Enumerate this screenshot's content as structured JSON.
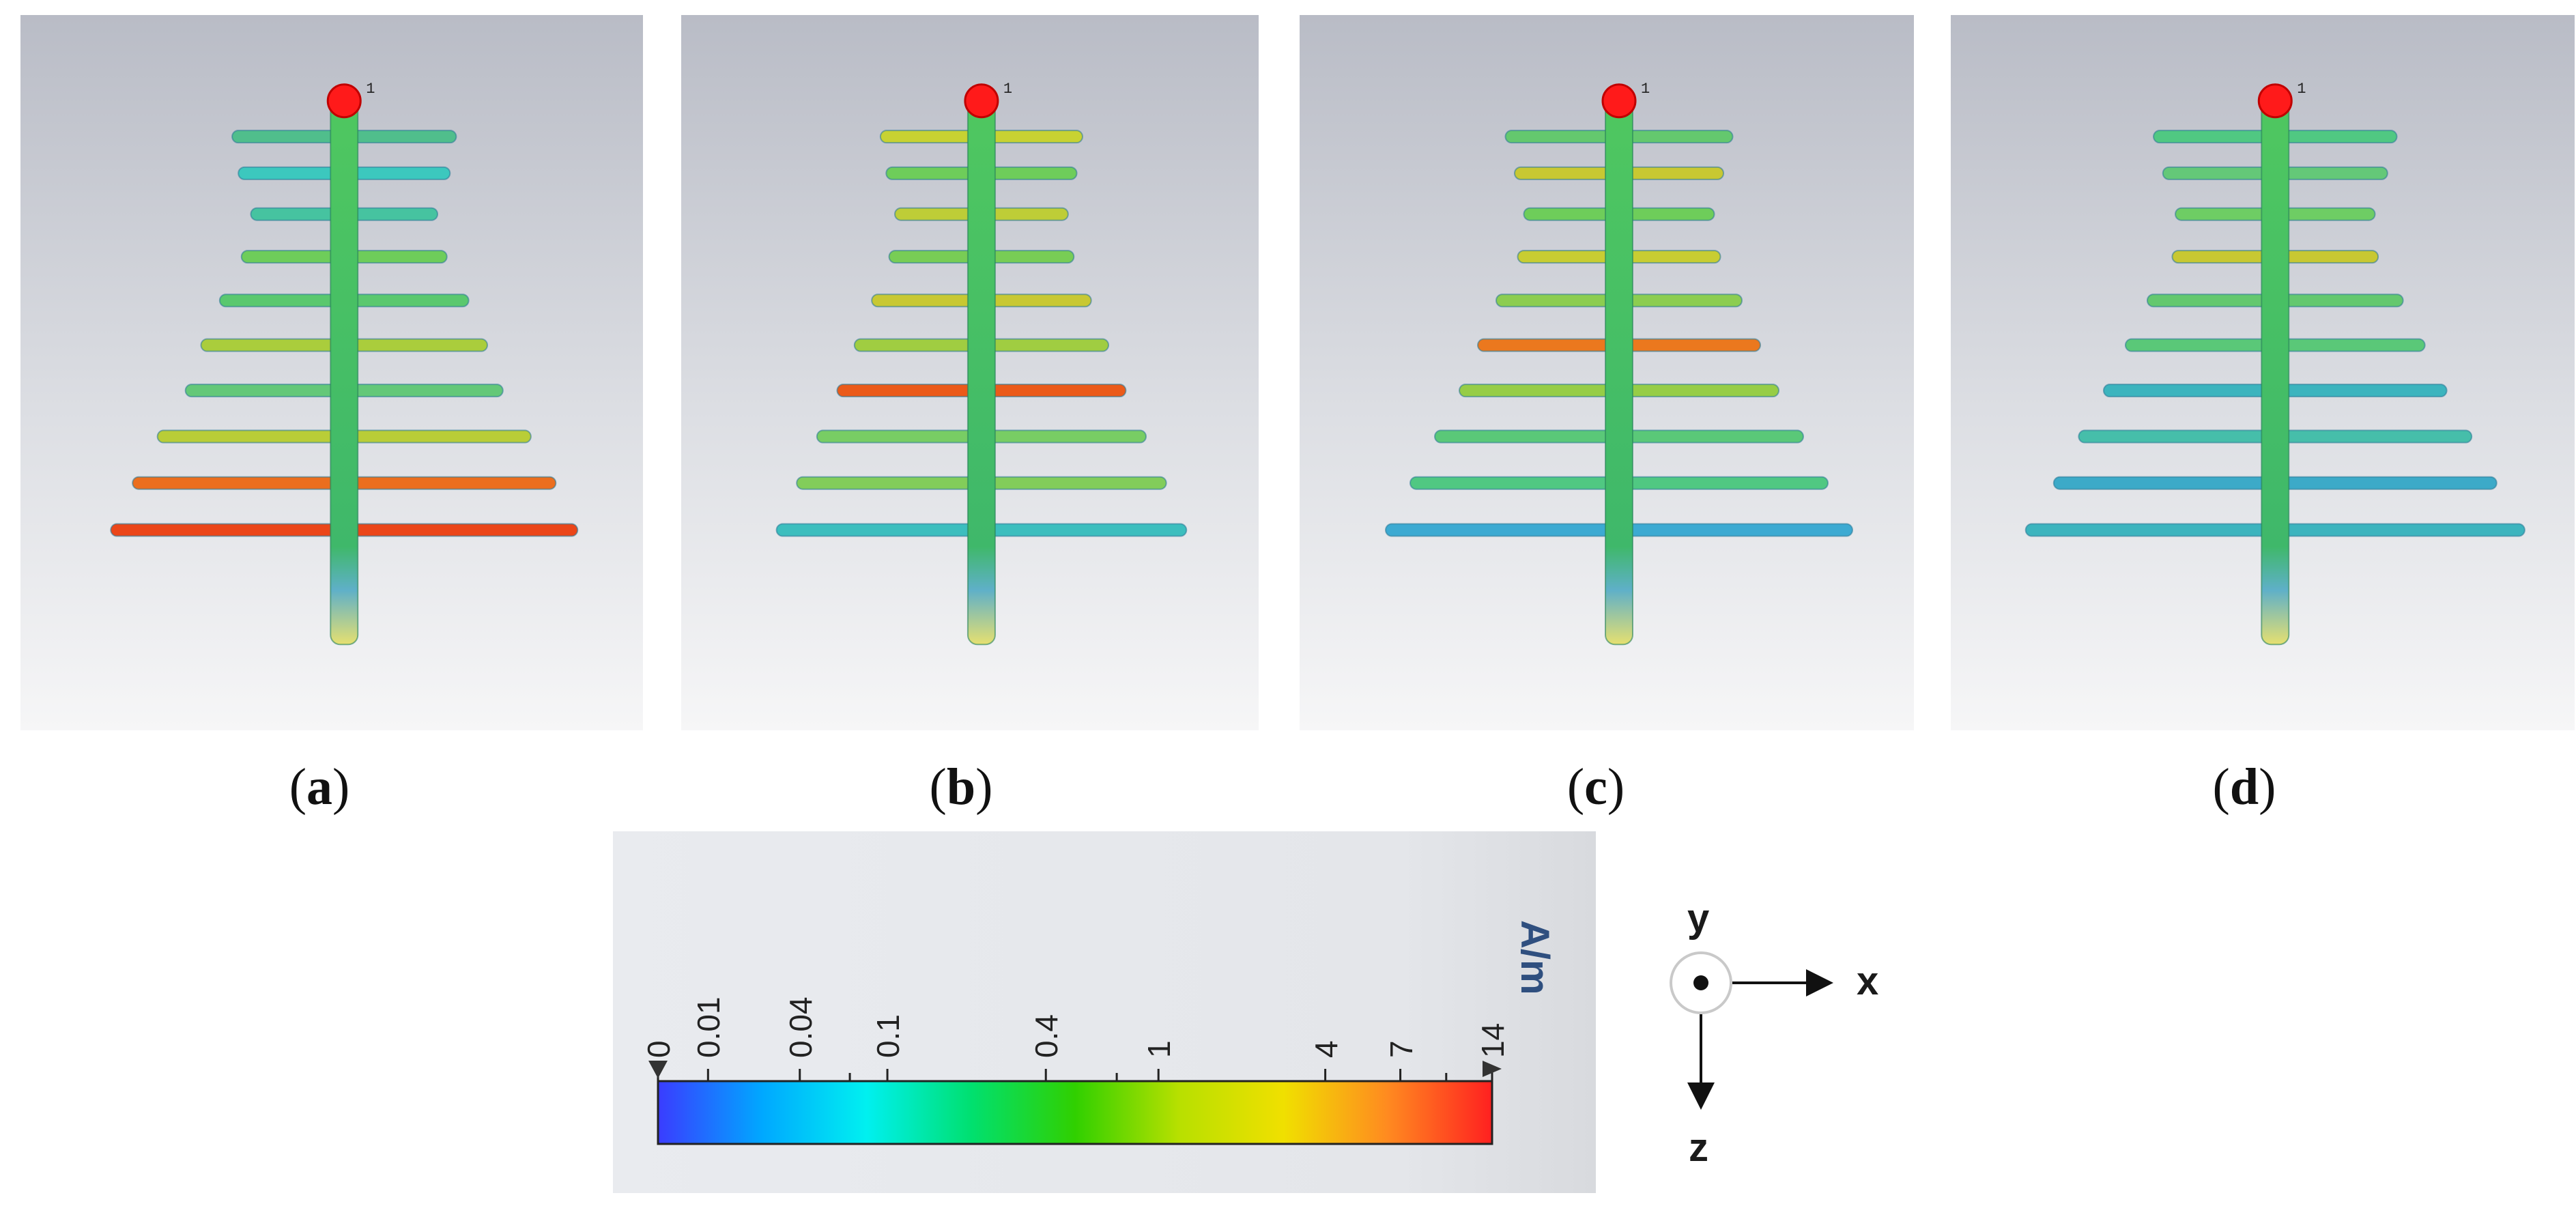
{
  "panels": [
    {
      "id": "a",
      "caption": "a",
      "port_label": "1",
      "elements": [
        {
          "half": 0.18,
          "color": "rgb(80,190,140)"
        },
        {
          "half": 0.17,
          "color": "rgb(60,200,190)"
        },
        {
          "half": 0.15,
          "color": "rgb(70,195,160)"
        },
        {
          "half": 0.165,
          "color": "rgb(110,205,90)"
        },
        {
          "half": 0.2,
          "color": "rgb(90,200,110)"
        },
        {
          "half": 0.23,
          "color": "rgb(170,205,60)"
        },
        {
          "half": 0.255,
          "color": "rgb(100,200,120)"
        },
        {
          "half": 0.3,
          "color": "rgb(185,205,55)"
        },
        {
          "half": 0.34,
          "color": "rgb(235,110,30)"
        },
        {
          "half": 0.375,
          "color": "rgb(235,70,25)"
        }
      ]
    },
    {
      "id": "b",
      "caption": "b",
      "port_label": "1",
      "elements": [
        {
          "half": 0.175,
          "color": "rgb(200,210,50)"
        },
        {
          "half": 0.165,
          "color": "rgb(110,205,90)"
        },
        {
          "half": 0.15,
          "color": "rgb(190,205,55)"
        },
        {
          "half": 0.16,
          "color": "rgb(120,205,85)"
        },
        {
          "half": 0.19,
          "color": "rgb(200,200,50)"
        },
        {
          "half": 0.22,
          "color": "rgb(160,205,65)"
        },
        {
          "half": 0.25,
          "color": "rgb(235,90,25)"
        },
        {
          "half": 0.285,
          "color": "rgb(120,205,100)"
        },
        {
          "half": 0.32,
          "color": "rgb(130,205,90)"
        },
        {
          "half": 0.355,
          "color": "rgb(60,190,190)"
        }
      ]
    },
    {
      "id": "c",
      "caption": "c",
      "port_label": "1",
      "elements": [
        {
          "half": 0.185,
          "color": "rgb(100,200,110)"
        },
        {
          "half": 0.17,
          "color": "rgb(200,200,50)"
        },
        {
          "half": 0.155,
          "color": "rgb(110,205,90)"
        },
        {
          "half": 0.165,
          "color": "rgb(200,205,50)"
        },
        {
          "half": 0.2,
          "color": "rgb(140,205,80)"
        },
        {
          "half": 0.23,
          "color": "rgb(235,120,30)"
        },
        {
          "half": 0.26,
          "color": "rgb(150,205,70)"
        },
        {
          "half": 0.3,
          "color": "rgb(90,200,120)"
        },
        {
          "half": 0.34,
          "color": "rgb(80,200,130)"
        },
        {
          "half": 0.38,
          "color": "rgb(60,170,210)"
        }
      ]
    },
    {
      "id": "d",
      "caption": "d",
      "port_label": "1",
      "elements": [
        {
          "half": 0.195,
          "color": "rgb(80,200,130)"
        },
        {
          "half": 0.18,
          "color": "rgb(100,200,120)"
        },
        {
          "half": 0.16,
          "color": "rgb(110,205,100)"
        },
        {
          "half": 0.165,
          "color": "rgb(200,200,50)"
        },
        {
          "half": 0.205,
          "color": "rgb(100,200,110)"
        },
        {
          "half": 0.24,
          "color": "rgb(90,200,120)"
        },
        {
          "half": 0.275,
          "color": "rgb(60,180,190)"
        },
        {
          "half": 0.315,
          "color": "rgb(70,190,170)"
        },
        {
          "half": 0.355,
          "color": "rgb(60,170,200)"
        },
        {
          "half": 0.4,
          "color": "rgb(60,180,190)"
        }
      ]
    }
  ],
  "colorbar": {
    "unit": "A/m",
    "ticks": [
      "0",
      "0.01",
      "0.04",
      "0.1",
      "0.4",
      "1",
      "4",
      "7",
      "14"
    ],
    "tick_fracs": [
      0.0,
      0.06,
      0.17,
      0.275,
      0.465,
      0.6,
      0.8,
      0.89,
      1.0
    ],
    "minor_fracs": [
      0.23,
      0.55,
      0.945
    ],
    "gradient": [
      "#3a3cff",
      "#00a8ff",
      "#00f0f0",
      "#00e070",
      "#30d000",
      "#b8e000",
      "#f0e000",
      "#ff8a20",
      "#ff2020"
    ]
  },
  "axes": {
    "y_label": "y",
    "x_label": "x",
    "z_label": "z"
  }
}
